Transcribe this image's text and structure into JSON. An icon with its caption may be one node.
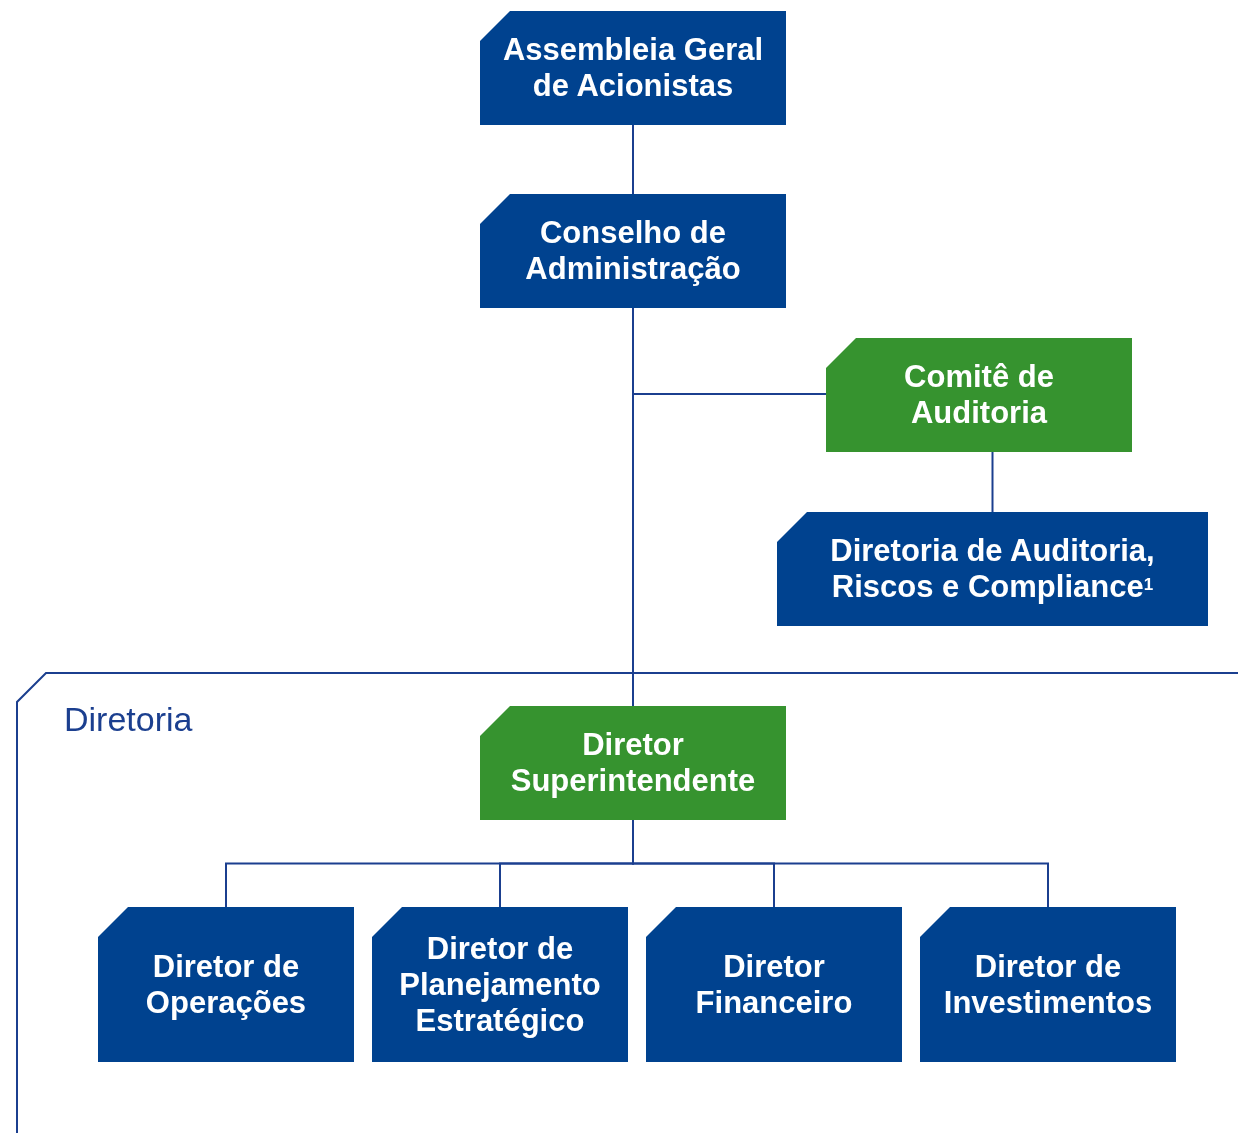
{
  "diagram": {
    "nodes": [
      {
        "text": [
          "Assembleia Geral de Acionistas"
        ]
      },
      {
        "text": [
          "Conselho de Administração"
        ]
      },
      {
        "text": [
          "Comitê de Auditoria"
        ]
      },
      {
        "text": [
          "Diretoria de Auditoria, Riscos e Compliance$^{1}$"
        ]
      },
      {
        "text": [
          "Diretoria"
        ]
      },
      {
        "text": [
          "Diretor Superintendente"
        ],
        "in": 4
      },
      {
        "text": [
          "Diretor de Operações"
        ],
        "in": 4
      },
      {
        "text": [
          "Diretor de Planejamento Estratégico"
        ],
        "in": 4
      },
      {
        "text": [
          "Diretor Financeiro"
        ],
        "in": 4
      },
      {
        "text": [
          "Diretor de Investimentos"
        ],
        "in": 4
      }
    ],
    "edges": [
      {
        "from": 0,
        "to": 1,
        "arrow": "none"
      },
      {
        "from": 1,
        "to": 5,
        "arrow": "none"
      },
      {
        "from": 1,
        "to": 2,
        "arrow": "none"
      },
      {
        "from": 2,
        "to": 3,
        "arrow": "none"
      },
      {
        "from": 5,
        "to": 6,
        "arrow": "none"
      },
      {
        "from": 5,
        "to": 7,
        "arrow": "none"
      },
      {
        "from": 5,
        "to": 8,
        "arrow": "none"
      },
      {
        "from": 5,
        "to": 9,
        "arrow": "none"
      }
    ]
  }
}
